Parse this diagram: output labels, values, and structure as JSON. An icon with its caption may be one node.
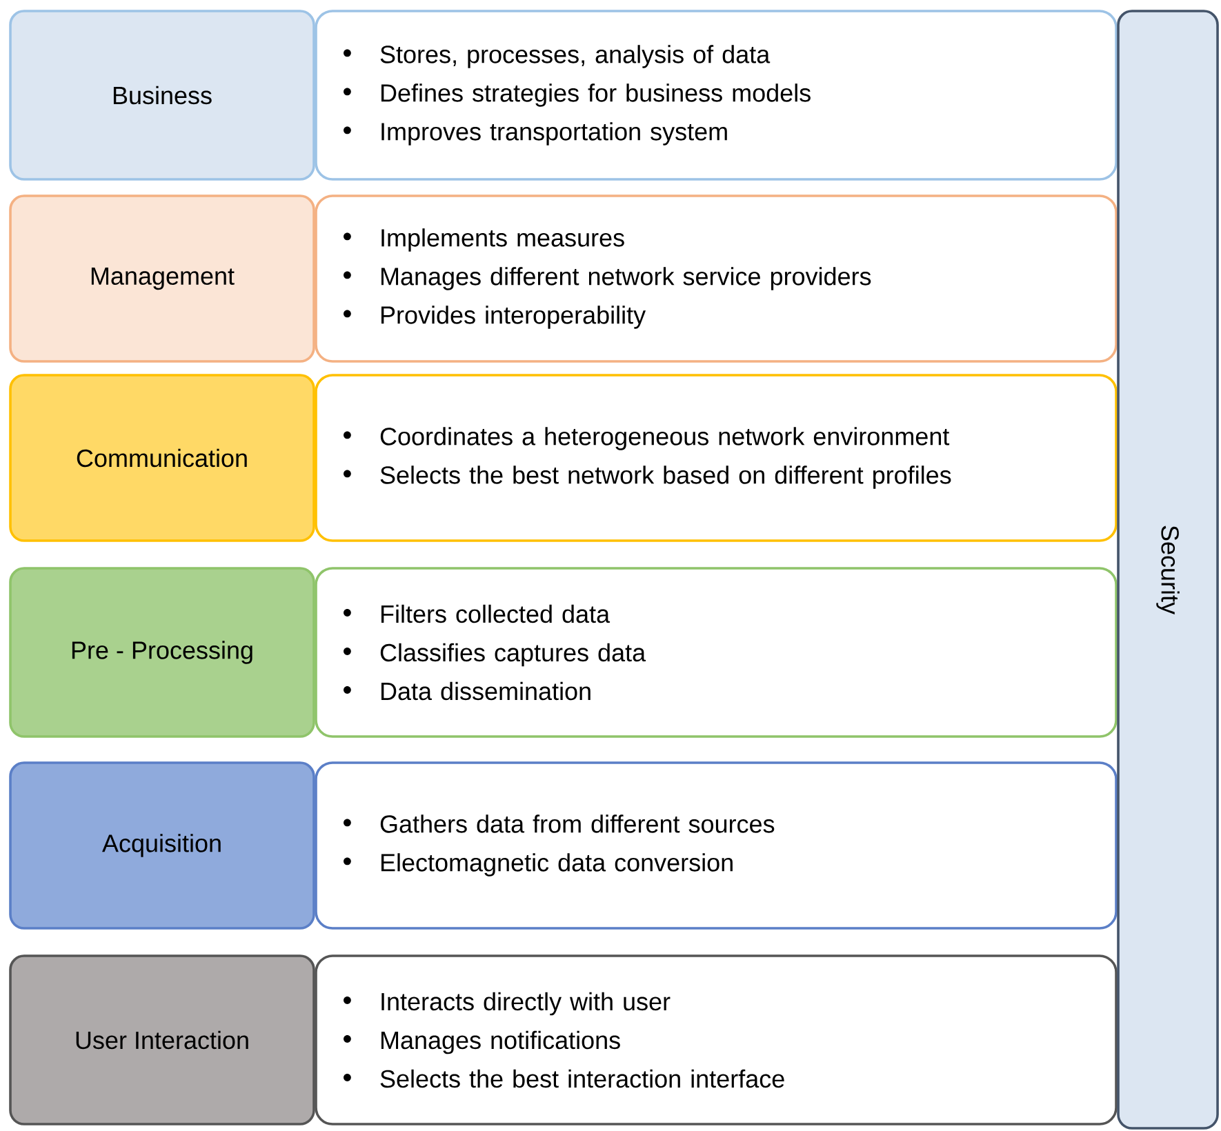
{
  "diagram": {
    "nodes": [
      {
        "text": [
          "Business"
        ]
      },
      {
        "text": [
          "Stores, processes, analysis of data",
          "Defines strategies for business models",
          "Improves transportation system"
        ]
      },
      {
        "text": [
          "Management"
        ]
      },
      {
        "text": [
          "Implements measures",
          "Manages different network service providers",
          "Provides interoperability"
        ]
      },
      {
        "text": [
          "Communication"
        ]
      },
      {
        "text": [
          "Coordinates a heterogeneous network environment",
          "Selects the best network based on different profiles"
        ]
      },
      {
        "text": [
          "Pre - Processing"
        ]
      },
      {
        "text": [
          "Filters collected data",
          "Classifies captures data",
          "Data dissemination"
        ]
      },
      {
        "text": [
          "Acquisition"
        ]
      },
      {
        "text": [
          "Gathers data from different sources",
          "Electomagnetic data conversion"
        ]
      },
      {
        "text": [
          "User Interaction"
        ]
      },
      {
        "text": [
          "Interacts directly with user",
          "Manages notifications",
          "Selects the best interaction interface"
        ]
      },
      {
        "text": [
          "Security"
        ]
      }
    ]
  }
}
